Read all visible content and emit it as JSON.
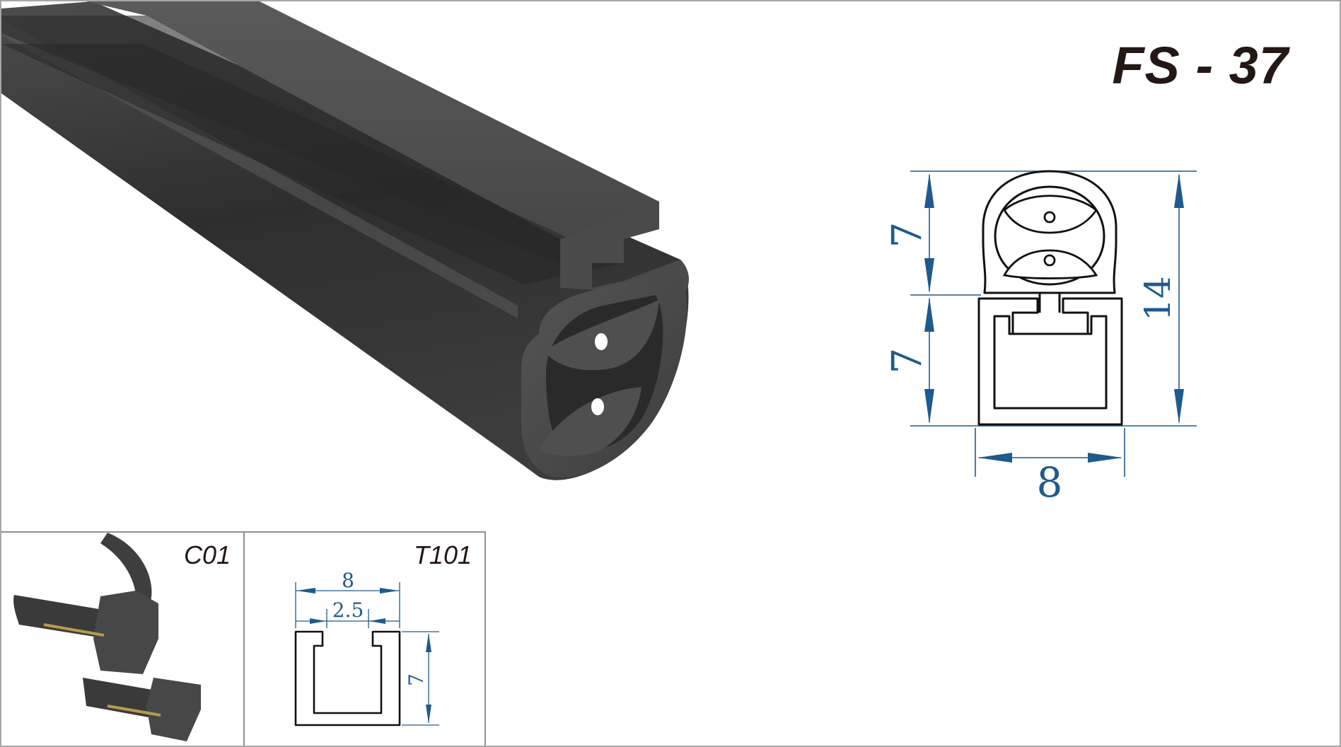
{
  "product": {
    "title": "FS - 37",
    "profile_color": "#3b3b3b"
  },
  "drawing": {
    "color": "#1f5a8c",
    "dimensions": {
      "top_height": "7",
      "bottom_height": "7",
      "total_height": "14",
      "width": "8"
    }
  },
  "connector": {
    "label": "C01"
  },
  "track": {
    "label": "T101",
    "dimensions": {
      "width": "8",
      "slot_width": "2.5",
      "height": "7"
    }
  }
}
